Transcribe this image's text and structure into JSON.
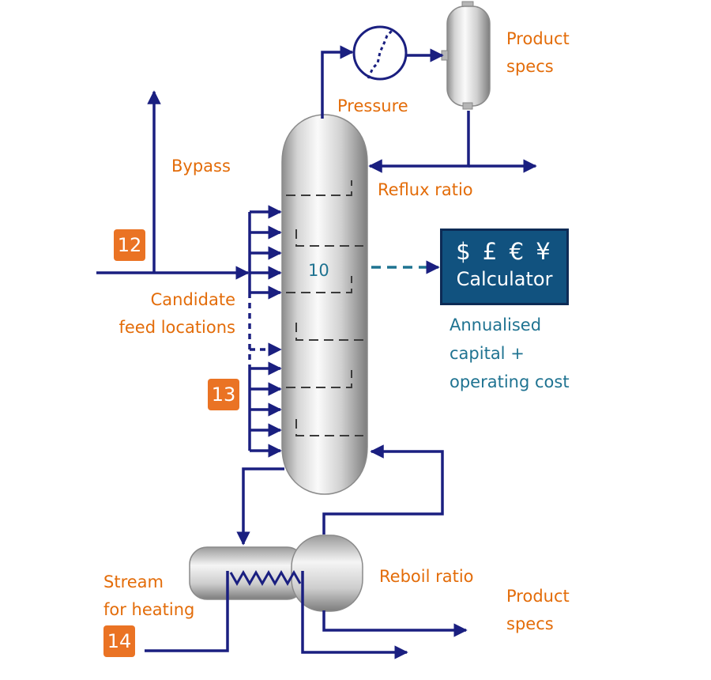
{
  "labels": {
    "product_specs_top": "Product\nspecs",
    "pressure": "Pressure",
    "bypass": "Bypass",
    "reflux_ratio": "Reflux ratio",
    "candidate_feed": "Candidate\nfeed locations",
    "reboil_ratio": "Reboil ratio",
    "product_specs_bottom": "Product\nspecs",
    "stream_for_heating": "Stream\nfor heating",
    "annualised_cost": "Annualised\ncapital +\noperating cost",
    "stage_number": "10"
  },
  "badges": {
    "feed_top": "12",
    "feed_bottom": "13",
    "heating_stream": "14"
  },
  "calculator": {
    "symbols": "$ £ € ¥",
    "label": "Calculator"
  },
  "colors": {
    "stream_line": "#1a1f80",
    "label_orange": "#e36c09",
    "badge_orange": "#ea7324",
    "calculator_fill": "#11527f",
    "info_blue": "#1f7391",
    "vessel_grey": "#c9c9c9"
  }
}
